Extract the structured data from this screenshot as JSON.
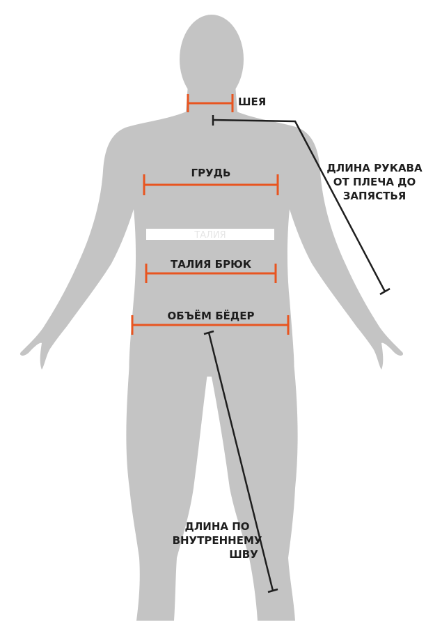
{
  "colors": {
    "body": "#c4c4c4",
    "measure_orange": "#e85520",
    "measure_dark": "#1e1e1e",
    "gap": "#ffffff"
  },
  "labels": {
    "neck": "ШЕЯ",
    "sleeve": [
      "ДЛИНА РУКАВА",
      "ОТ ПЛЕЧА ДО",
      "ЗАПЯСТЬЯ"
    ],
    "chest": "ГРУДЬ",
    "waist": "ТАЛИЯ",
    "trouser_waist": "ТАЛИЯ БРЮК",
    "hips": "ОБЪЁМ БЁДЕР",
    "inseam": [
      "ДЛИНА ПО",
      "ВНУТРЕННЕМУ",
      "ШВУ"
    ]
  }
}
